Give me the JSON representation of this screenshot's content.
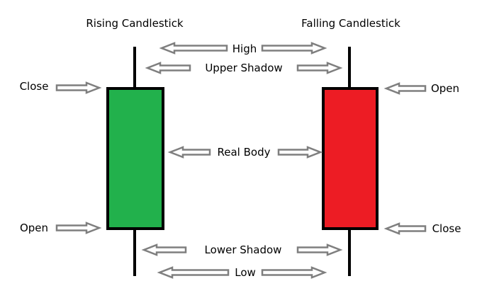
{
  "titles": {
    "rising": "Rising Candlestick",
    "falling": "Falling Candlestick"
  },
  "labels": {
    "high": "High",
    "upper_shadow": "Upper Shadow",
    "real_body": "Real Body",
    "lower_shadow": "Lower Shadow",
    "low": "Low",
    "rising_close": "Close",
    "rising_open": "Open",
    "falling_open": "Open",
    "falling_close": "Close"
  },
  "colors": {
    "rising": "#22b14c",
    "falling": "#ed1c24",
    "arrow": "#7f7f7f",
    "outline": "#000000"
  }
}
